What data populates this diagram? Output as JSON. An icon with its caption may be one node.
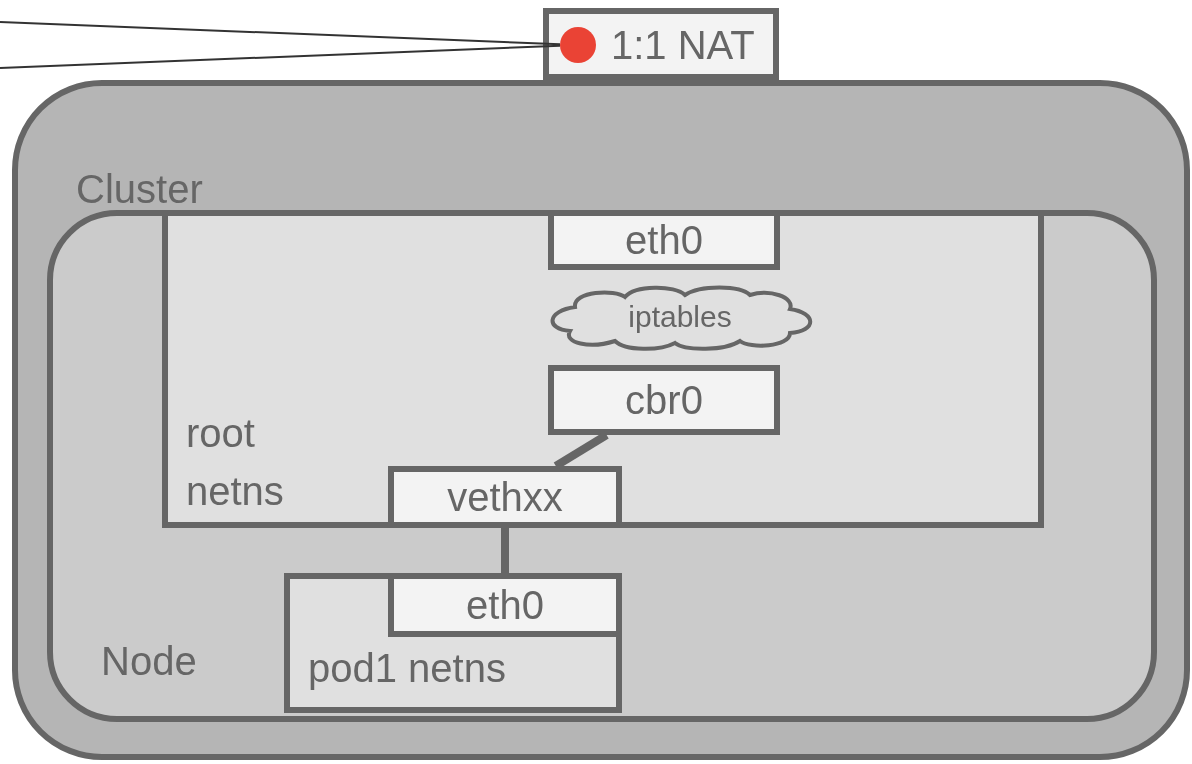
{
  "diagram": {
    "nodes": [
      {
        "text": [
          "Cluster"
        ]
      },
      {
        "text": [
          "Node"
        ],
        "in": 0
      },
      {
        "text": [
          "root netns"
        ],
        "in": 1
      },
      {
        "text": [
          "eth0"
        ],
        "in": 2
      },
      {
        "text": [
          "iptables"
        ],
        "in": 2
      },
      {
        "text": [
          "cbr0"
        ],
        "in": 2
      },
      {
        "text": [
          "vethxx"
        ],
        "in": 2
      },
      {
        "text": [
          "pod1 netns"
        ],
        "in": 1
      },
      {
        "text": [
          "eth0"
        ],
        "in": 7
      },
      {
        "text": [
          "1:1 NAT"
        ]
      },
      {
        "text": [],
        "shape": "circle",
        "in": 9
      }
    ],
    "edges": [
      {
        "from": null,
        "to": 10,
        "arrow": "none"
      },
      {
        "from": null,
        "to": 10,
        "arrow": "none"
      },
      {
        "from": 5,
        "to": 6,
        "arrow": "none",
        "style": "thick"
      },
      {
        "from": 6,
        "to": 8,
        "arrow": "none",
        "style": "thick"
      }
    ]
  }
}
